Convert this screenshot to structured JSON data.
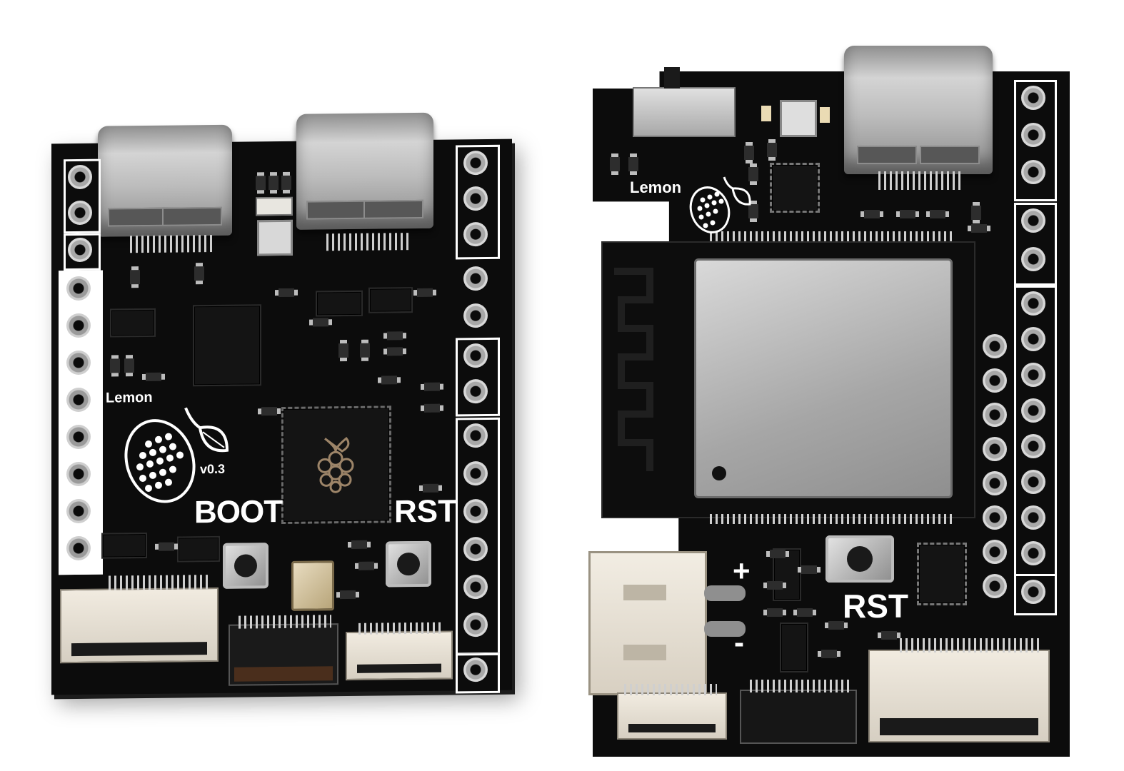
{
  "left_board": {
    "logo_text": "Lemon",
    "version": "v0.3",
    "boot_label": "BOOT",
    "reset_label": "RST"
  },
  "right_board": {
    "logo_text": "Lemon",
    "reset_label": "RST",
    "plus_label": "+",
    "minus_label": "-"
  },
  "colors": {
    "pcb": "#0c0c0c",
    "silkscreen": "#ffffff",
    "metal": "#bcbcbc",
    "connector": "#e9e2d6"
  },
  "icons": [
    "lemon-logo-icon",
    "raspberry-logo-icon"
  ]
}
